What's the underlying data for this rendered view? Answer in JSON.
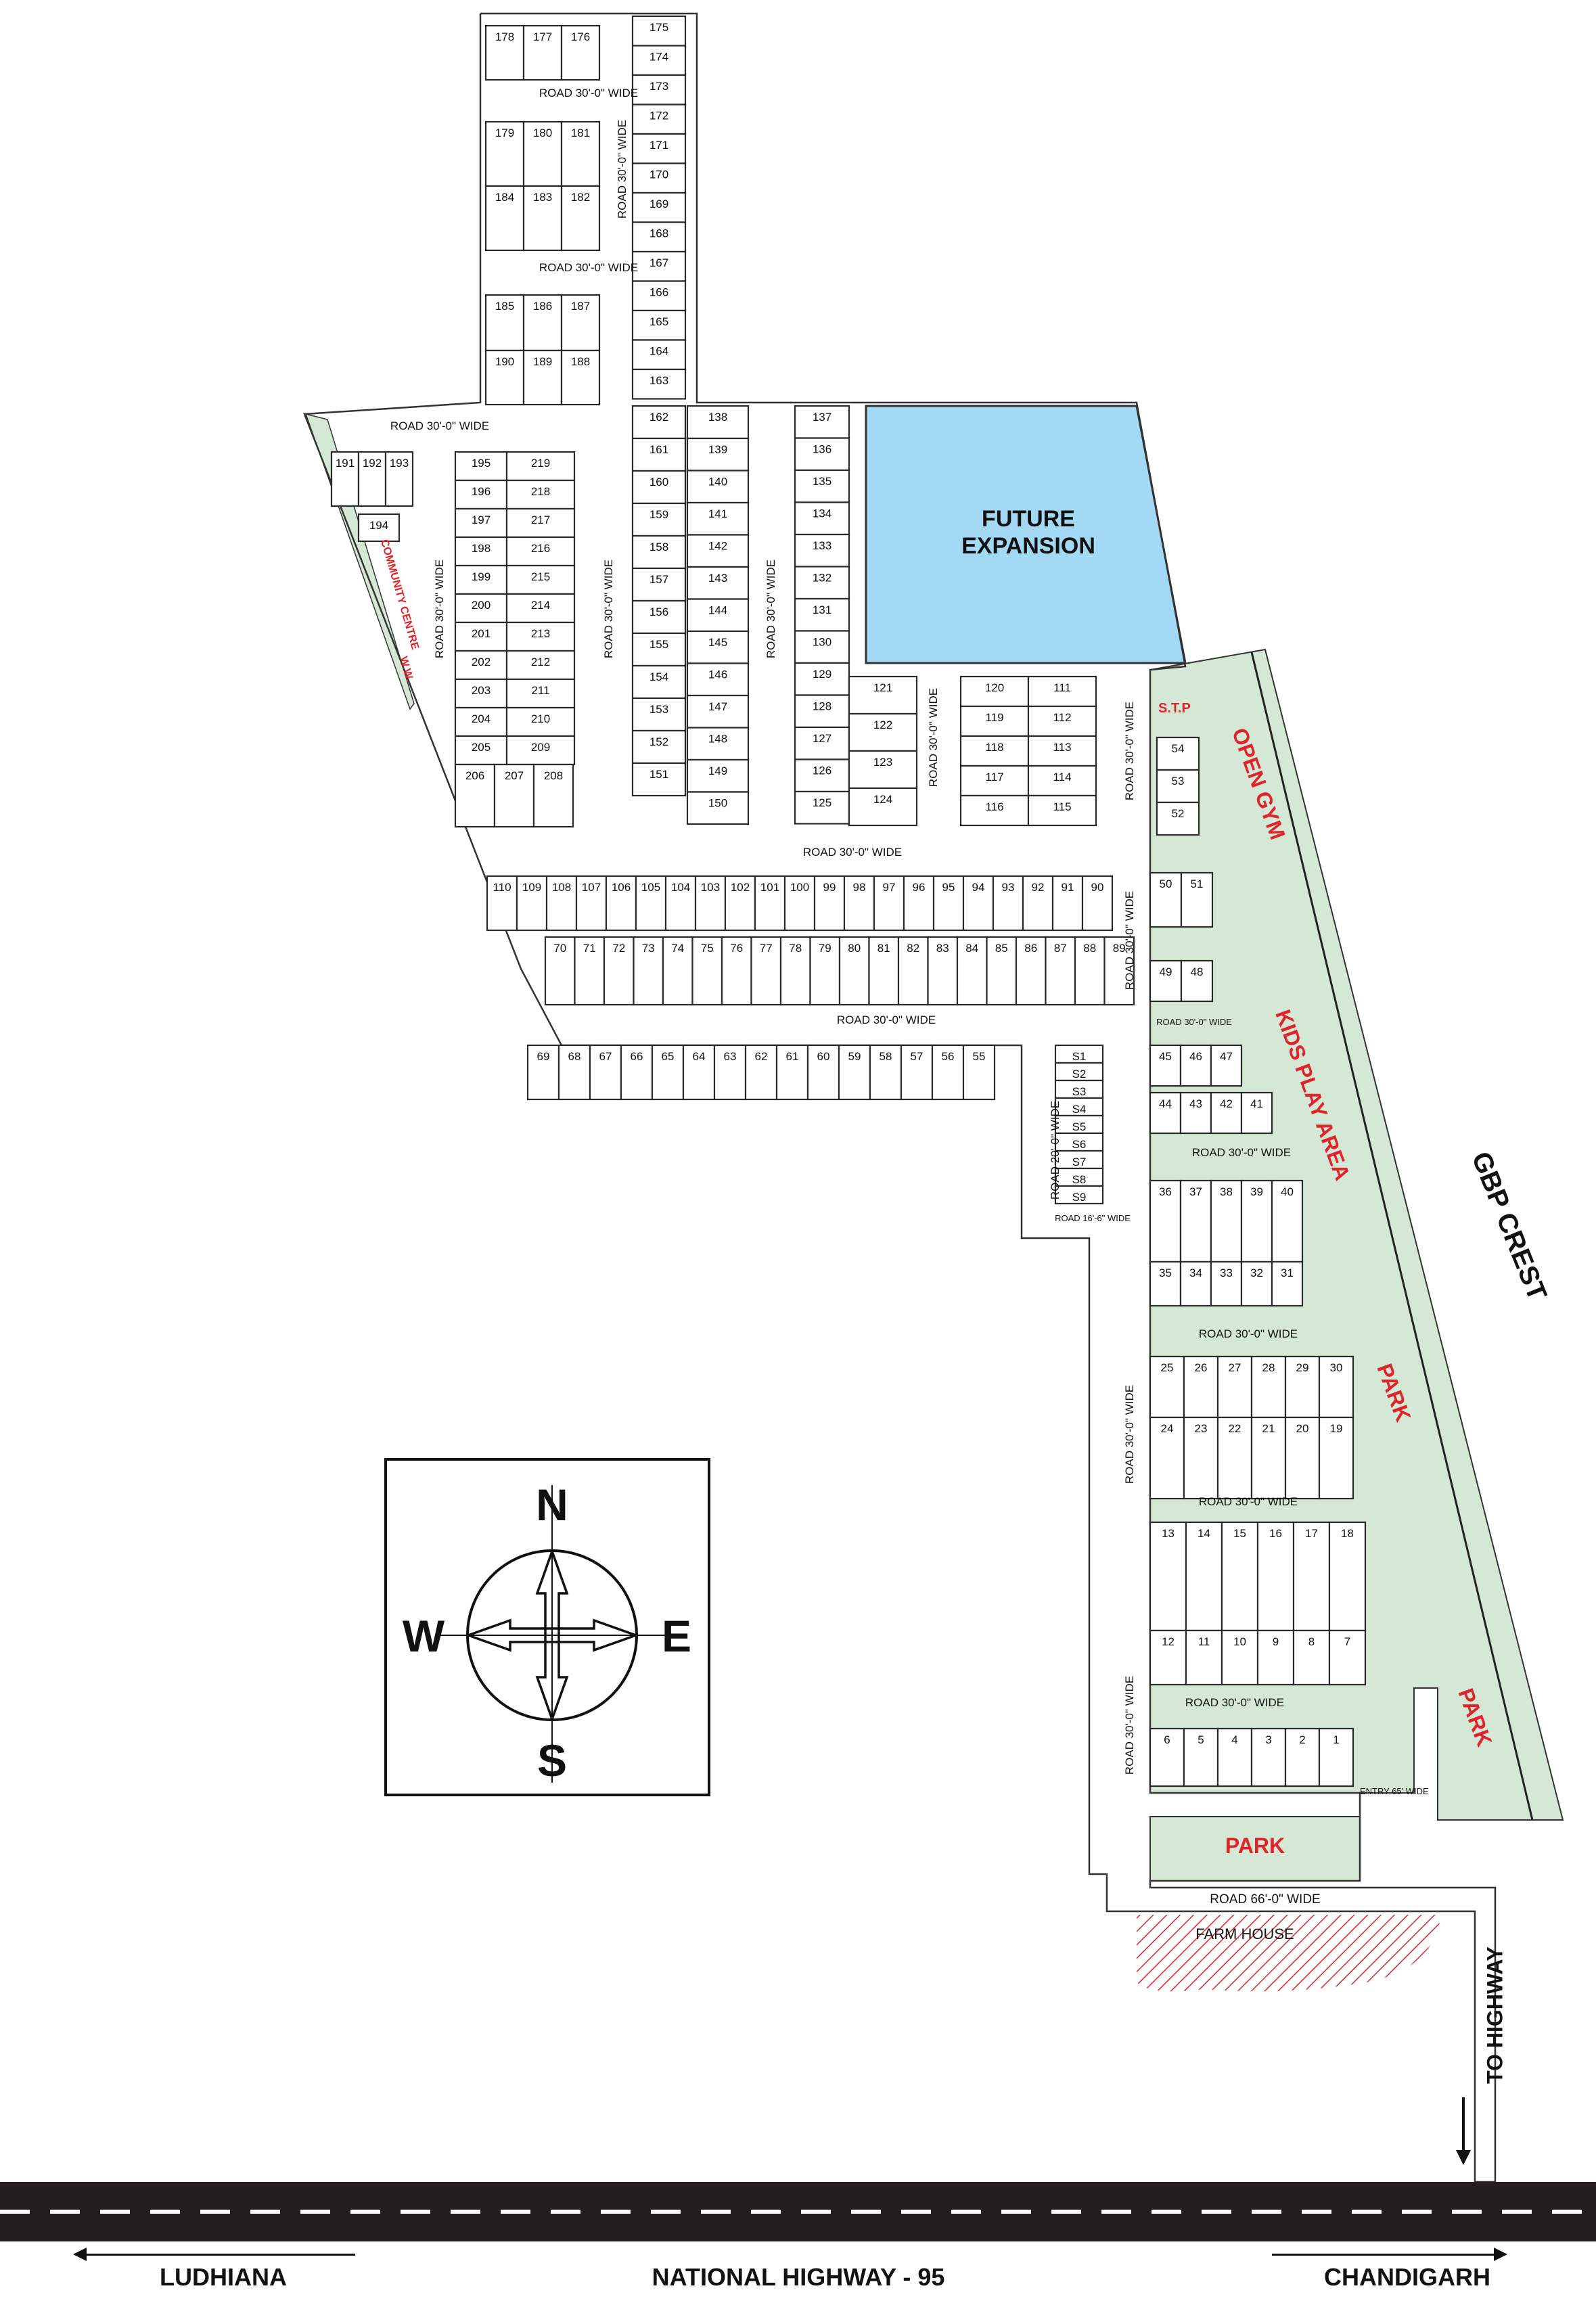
{
  "roads": {
    "r30": "ROAD 30'-0\" WIDE",
    "r20": "ROAD 20'-0\" WIDE",
    "r16": "ROAD 16'-6\" WIDE",
    "r66": "ROAD 66'-0\" WIDE",
    "entry": "ENTRY 65' WIDE"
  },
  "zones": {
    "future": "FUTURE",
    "expansion": "EXPANSION",
    "open_gym": "OPEN GYM",
    "kids_play": "KIDS PLAY AREA",
    "park": "PARK",
    "stp": "S.T.P",
    "community": "COMMUNITY CENTRE",
    "ww": "W.W.",
    "gbp": "GBP CREST",
    "farm": "FARM HOUSE",
    "to_highway": "TO HIGHWAY"
  },
  "highway": {
    "name": "NATIONAL HIGHWAY - 95",
    "left": "LUDHIANA",
    "right": "CHANDIGARH"
  },
  "compass": {
    "n": "N",
    "s": "S",
    "e": "E",
    "w": "W"
  },
  "colors": {
    "green": "#d5e8d5",
    "blue": "#a4d9f5",
    "red_text": "#e0242b",
    "road_black": "#231f20",
    "hatch": "#e0242b"
  },
  "plots": {
    "p1": [
      "1",
      "2",
      "3",
      "4",
      "5",
      "6",
      "7",
      "8",
      "9",
      "10",
      "11",
      "12",
      "13",
      "14",
      "15",
      "16",
      "17",
      "18",
      "19",
      "20",
      "21",
      "22",
      "23",
      "24",
      "25",
      "26",
      "27",
      "28",
      "29",
      "30",
      "31",
      "32",
      "33",
      "34",
      "35",
      "36",
      "37",
      "38",
      "39",
      "40",
      "41",
      "42",
      "43",
      "44",
      "45",
      "46",
      "47",
      "48",
      "49",
      "50",
      "51",
      "52",
      "53",
      "54"
    ],
    "p2": [
      "55",
      "56",
      "57",
      "58",
      "59",
      "60",
      "61",
      "62",
      "63",
      "64",
      "65",
      "66",
      "67",
      "68",
      "69",
      "70",
      "71",
      "72",
      "73",
      "74",
      "75",
      "76",
      "77",
      "78",
      "79",
      "80",
      "81",
      "82",
      "83",
      "84",
      "85",
      "86",
      "87",
      "88",
      "89",
      "90",
      "91",
      "92",
      "93",
      "94",
      "95",
      "96",
      "97",
      "98",
      "99",
      "100",
      "101",
      "102",
      "103",
      "104",
      "105",
      "106",
      "107",
      "108",
      "109",
      "110"
    ],
    "p3": [
      "111",
      "112",
      "113",
      "114",
      "115",
      "116",
      "117",
      "118",
      "119",
      "120",
      "121",
      "122",
      "123",
      "124",
      "125",
      "126",
      "127",
      "128",
      "129",
      "130",
      "131",
      "132",
      "133",
      "134",
      "135",
      "136",
      "137",
      "138",
      "139",
      "140",
      "141",
      "142",
      "143",
      "144",
      "145",
      "146",
      "147",
      "148",
      "149",
      "150"
    ],
    "p4": [
      "151",
      "152",
      "153",
      "154",
      "155",
      "156",
      "157",
      "158",
      "159",
      "160",
      "161",
      "162",
      "163",
      "164",
      "165",
      "166",
      "167",
      "168",
      "169",
      "170",
      "171",
      "172",
      "173",
      "174",
      "175",
      "176",
      "177",
      "178",
      "179",
      "180",
      "181",
      "182",
      "183",
      "184",
      "185",
      "186",
      "187",
      "188",
      "189",
      "190"
    ],
    "p5": [
      "191",
      "192",
      "193",
      "194",
      "195",
      "196",
      "197",
      "198",
      "199",
      "200",
      "201",
      "202",
      "203",
      "204",
      "205",
      "206",
      "207",
      "208",
      "209",
      "210",
      "211",
      "212",
      "213",
      "214",
      "215",
      "216",
      "217",
      "218",
      "219"
    ],
    "shops": [
      "S1",
      "S2",
      "S3",
      "S4",
      "S5",
      "S6",
      "S7",
      "S8",
      "S9"
    ]
  }
}
